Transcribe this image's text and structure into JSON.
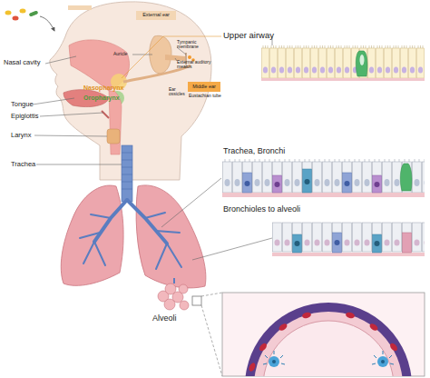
{
  "diagram": {
    "nodes": [
      {
        "text": [
          "External ear"
        ]
      },
      {
        "text": [
          "Middle ear"
        ]
      }
    ],
    "labels": [
      "Nasal cavity",
      "Auricle",
      "Tympanic membrane",
      "External auditory meatus",
      "Upper airway",
      "Ear ossicles",
      "Eustachian tube",
      "Nasopharynx",
      "Oropharynx",
      "Tongue",
      "Epiglottis",
      "Larynx",
      "Trachea",
      "Trachea, Bronchi",
      "Bronchioles to alveoli",
      "Alveoli"
    ]
  }
}
